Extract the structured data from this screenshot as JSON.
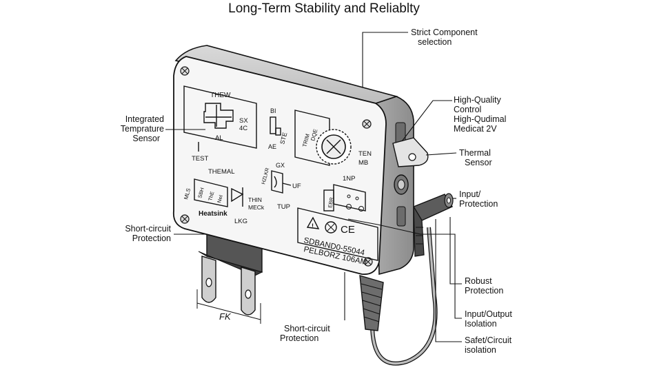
{
  "title": "Long-Term Stability and Reliablty",
  "callouts": {
    "strict_component": [
      "Strict Component",
      "selection"
    ],
    "integrated_sensor": [
      "Integrated",
      "Temprature",
      "Sensor"
    ],
    "high_quality": [
      "High-Quality",
      "Control",
      "High-Qudimal",
      "Medicat 2V"
    ],
    "thermal_sensor": [
      "Thermal",
      "Sensor"
    ],
    "input_protection": [
      "Input/",
      "Protection"
    ],
    "short_circuit_left": [
      "Short-circuit",
      "Protection"
    ],
    "short_circuit_bottom": [
      "Short-circuit",
      "Protection"
    ],
    "robust_protection": [
      "Robust",
      "Protection"
    ],
    "io_isolation": [
      "Input/Output",
      "Isolation"
    ],
    "safe_circuit": [
      "Safet/Circuit",
      "isolation"
    ]
  },
  "board_labels": {
    "thew": "THEW",
    "sx": "SX",
    "c4": "4C",
    "al": "AL",
    "test": "TEST",
    "bi": "BI",
    "ae": "AE",
    "ste": "STE",
    "trim": "TRIM",
    "dqe": "DQE",
    "ten": "TEN",
    "mb": "MB",
    "themal": "THEMAL",
    "mls": "MLS",
    "sbh": "SBH",
    "the": "ThE",
    "nei": "NeI",
    "thin": "THIN",
    "meck": "MECk",
    "heatsink": "Heatsink",
    "lkg": "LKG",
    "gx": "GX",
    "hzlkr": "HZLKR",
    "uf": "UF",
    "tup": "TUP",
    "inp": "1NP",
    "ebr": "EBR",
    "label_line1": "SDBAND0-55044",
    "label_line2": "PELBORZ 106AM",
    "ce": "CE",
    "fk": "FK"
  }
}
